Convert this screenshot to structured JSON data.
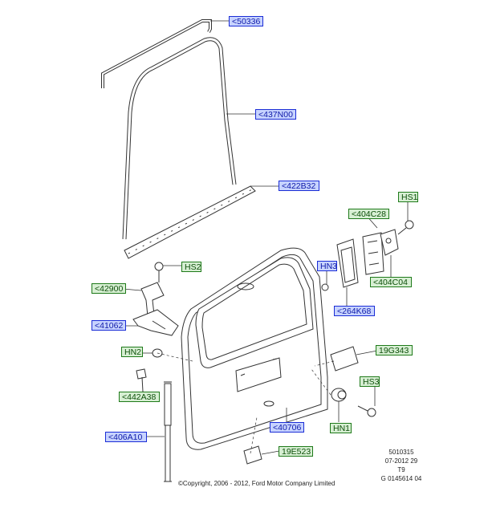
{
  "callouts": {
    "c50336": "<50336",
    "c437N00": "<437N00",
    "c422B32": "<422B32",
    "HS1": "HS1",
    "c404C28": "<404C28",
    "HN3": "HN3",
    "c404C04": "<404C04",
    "c264K68": "<264K68",
    "HS2": "HS2",
    "c42900": "<42900",
    "c41062": "<41062",
    "HN2": "HN2",
    "c19G343": "19G343",
    "HS3": "HS3",
    "c442A38": "<442A38",
    "c40706": "<40706",
    "HN1": "HN1",
    "c406A10": "<406A10",
    "c19E523": "19E523"
  },
  "meta": {
    "line1": "5010315",
    "line2": "07-2012 29",
    "line3": "T9",
    "line4": "G 0145614 04"
  },
  "copyright": "©Copyright, 2006 - 2012, Ford Motor Company Limited",
  "colors": {
    "blue_callout": "#1b2dd6",
    "green_callout": "#1f7a1a",
    "line": "#333333"
  }
}
